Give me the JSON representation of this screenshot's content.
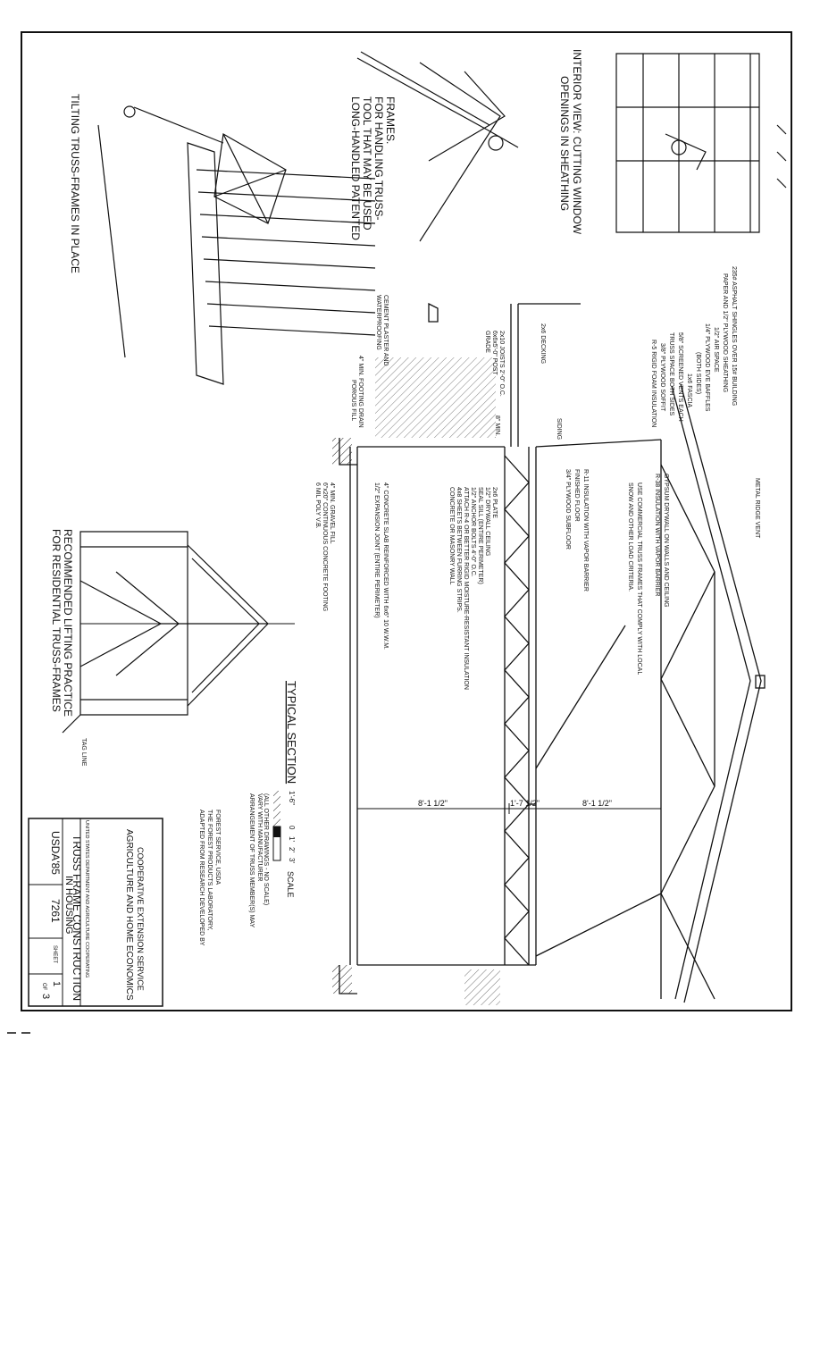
{
  "labels": {
    "interior_view": [
      "INTERIOR VIEW: CUTTING WINDOW",
      "OPENINGS IN SHEATHING"
    ],
    "long_handled": [
      "LONG-HANDLED PATENTED",
      "TOOL THAT MAY BE USED",
      "FOR HANDLING TRUSS-",
      "FRAMES."
    ],
    "tilting": "TILTING TRUSS-FRAMES IN PLACE",
    "recommended": [
      "RECOMMENDED LIFTING PRACTICE",
      "FOR RESIDENTIAL TRUSS-FRAMES"
    ],
    "tag_line": "TAG LINE",
    "typical_section": "TYPICAL SECTION",
    "scale": {
      "title": "SCALE",
      "ticks": [
        "1'-6\"",
        "0",
        "1'",
        "2'",
        "3'"
      ],
      "note": "(ALL OTHER DRAWINGS - NO SCALE)"
    },
    "arrangement_note": [
      "ARRANGEMENT OF TRUSS MEMBER(S) MAY",
      "VARY WITH MANUFACTURER"
    ],
    "adapted_note": [
      "ADAPTED FROM RESEARCH DEVELOPED BY",
      "THE FOREST PRODUCTS LABORATORY,",
      "FOREST SERVICE, USDA"
    ],
    "dims": [
      "8'-1 1/2\"",
      "1'-7 1/2\"",
      "8'-1 1/2\""
    ],
    "roof_callouts": [
      "235# ASPHALT SHINGLES OVER 15# BUILDING",
      "PAPER AND 1/2\" PLYWOOD SHEATHING",
      "1/2\" AIR SPACE",
      "1/4\" PLYWOOD EVE BAFFLES",
      "(BOTH SIDES)",
      "1x6 FASCIA",
      "5/8\" SCREENED VENTS EACH",
      "TRUSS SPACE BOTH SIDES",
      "3/8\" PLYWOOD SOFFIT",
      "R-5 RIGID FOAM INSULATION"
    ],
    "metal_ridge_vent": "METAL RIDGE VENT",
    "mid_callouts": [
      "GYPSUM DRYWALL ON WALLS AND CEILING",
      "R-38 INSULATION WITH VAPOR BARRIER",
      "USE COMMERCIAL TRUSS FRAMES THAT COMPLY WITH LOCAL",
      "SNOW AND OTHER LOAD CRITERIA.",
      "R-11 INSULATION WITH VAPOR BARRIER",
      "FINISHED FLOOR",
      "3/4\" PLYWOOD SUBFLOOR"
    ],
    "wall_callouts": [
      "2x6 PLATE",
      "1/2\" DRYWALL CEILING",
      "SEAL SILL (ENTIRE PERIMETER)",
      "1/2\" ANCHOR BOLTS 4'-0\" O.C.",
      "ATTACH R-4 OR BETTER RIGID MOISTURE-RESISTANT INSULATION",
      "4x8 SHEETS BETWEEN FURRING STRIPS.",
      "CONCRETE OR MASONRY WALL"
    ],
    "footing_callouts": [
      "4\" CONCRETE SLAB REINFORCED WITH 6x6\" 10 W.W.M.",
      "1/2\" EXPANSION JOINT (ENTIRE PERIMETER)",
      "4\" MIN. GRAVEL FILL",
      "6\"x20\" CONTINUOUS CONCRETE FOOTING",
      "6 MIL POLY V.B."
    ],
    "left_callouts": [
      "2x6 DECKING",
      "SIDING",
      "8\" MIN.",
      "2x10 JOISTS 2'-0\" O.C.",
      "6x6x5'-0\" POST",
      "GRADE",
      "CEMENT PLASTER AND",
      "WATERPROOFING",
      "4\" MIN. FOOTING DRAIN",
      "POROUS FILL"
    ]
  },
  "title_block": {
    "service": "COOPERATIVE EXTENSION SERVICE",
    "college": "AGRICULTURE AND HOME ECONOMICS",
    "cooperating": "UNITED STATES DEPARTMENT AND AGRICULTURE COOPERATING",
    "title_1": "TRUSS FRAME CONSTRUCTION",
    "title_2": "IN HOUSING",
    "code": "USDA'85",
    "number": "7261",
    "sheet_label": "SHEET",
    "sheet_num": "1",
    "of_label": "OF",
    "sheet_total": "3"
  }
}
